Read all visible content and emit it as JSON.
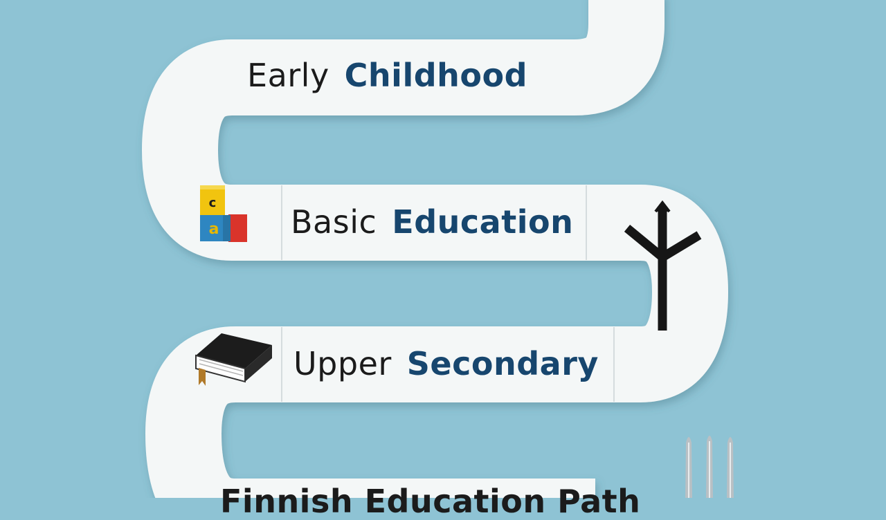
{
  "diagram": {
    "stages": [
      {
        "first_word": "Early",
        "second_word": "Childhood"
      },
      {
        "first_word": "Basic",
        "second_word": "Education"
      },
      {
        "first_word": "Upper",
        "second_word": "Secondary"
      }
    ],
    "cut_off_title": "Finnish Education Path",
    "colors": {
      "background": "#8ec3d4",
      "path": "#f4f7f7",
      "accent_text": "#17466e",
      "dark_text": "#1b1b1b"
    },
    "icons": [
      "alphabet-blocks-icon",
      "book-icon",
      "branching-signpost-icon",
      "fork-icon"
    ],
    "block_letters": [
      "c",
      "a"
    ]
  }
}
